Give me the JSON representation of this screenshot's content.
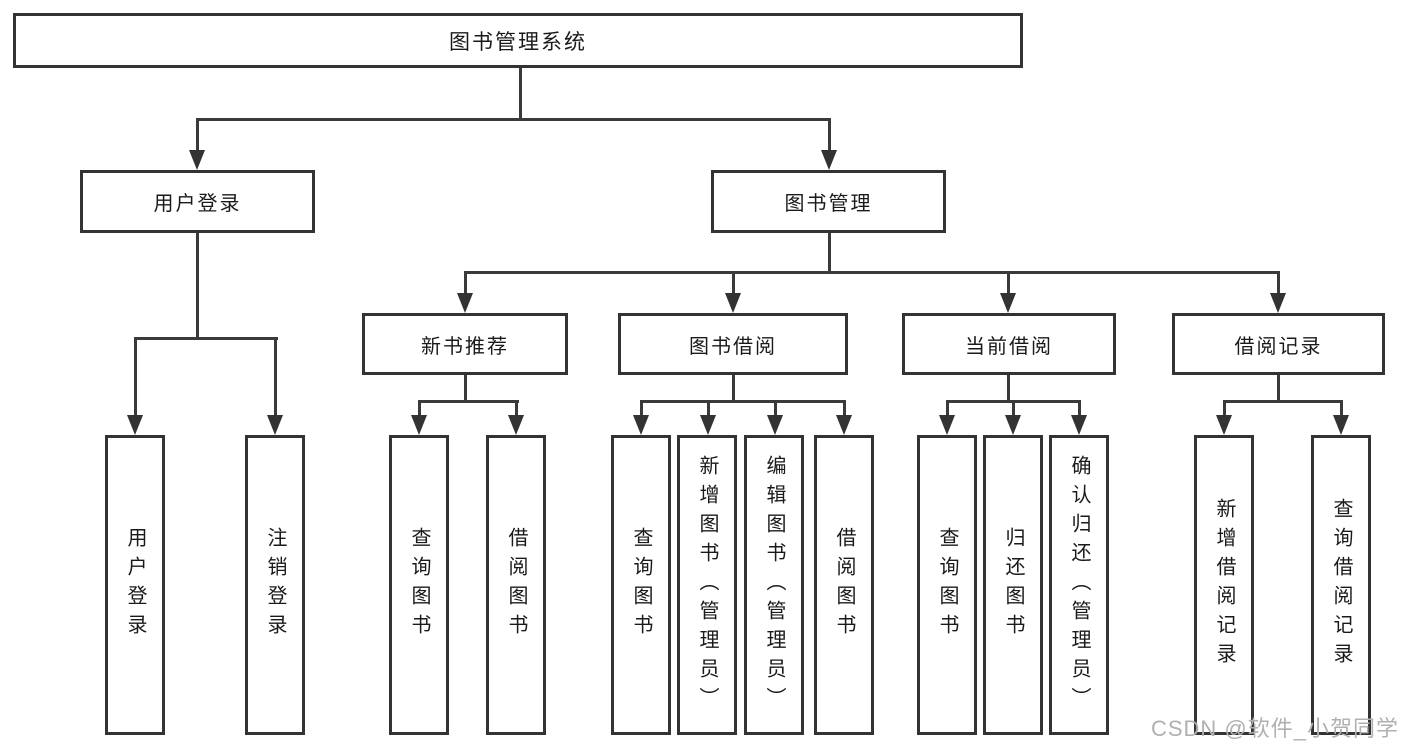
{
  "diagram": {
    "type": "hierarchy-tree",
    "colors": {
      "line": "#3a3a3a",
      "box_border": "#333333",
      "box_fill": "#ffffff",
      "text": "#1a1a1a",
      "watermark": "#b0b0b0"
    },
    "nodes": {
      "root": {
        "label": "图书管理系统"
      },
      "user_login": {
        "label": "用户登录"
      },
      "book_mgmt": {
        "label": "图书管理"
      },
      "new_book": {
        "label": "新书推荐"
      },
      "book_borrow": {
        "label": "图书借阅"
      },
      "current_borrow": {
        "label": "当前借阅"
      },
      "borrow_records": {
        "label": "借阅记录"
      },
      "leaf_user_login": {
        "label": "用户登录"
      },
      "leaf_logout": {
        "label": "注销登录"
      },
      "leaf_query_book_a": {
        "label": "查询图书"
      },
      "leaf_borrow_book_a": {
        "label": "借阅图书"
      },
      "leaf_query_book_b": {
        "label": "查询图书"
      },
      "leaf_add_book": {
        "label": "新增图书（管理员）"
      },
      "leaf_edit_book": {
        "label": "编辑图书（管理员）"
      },
      "leaf_borrow_book_b": {
        "label": "借阅图书"
      },
      "leaf_query_book_c": {
        "label": "查询图书"
      },
      "leaf_return_book": {
        "label": "归还图书"
      },
      "leaf_confirm_return": {
        "label": "确认归还（管理员）"
      },
      "leaf_add_record": {
        "label": "新增借阅记录"
      },
      "leaf_query_record": {
        "label": "查询借阅记录"
      }
    },
    "hierarchy": {
      "图书管理系统": {
        "用户登录": [
          "用户登录",
          "注销登录"
        ],
        "图书管理": {
          "新书推荐": [
            "查询图书",
            "借阅图书"
          ],
          "图书借阅": [
            "查询图书",
            "新增图书（管理员）",
            "编辑图书（管理员）",
            "借阅图书"
          ],
          "当前借阅": [
            "查询图书",
            "归还图书",
            "确认归还（管理员）"
          ],
          "借阅记录": [
            "新增借阅记录",
            "查询借阅记录"
          ]
        }
      }
    }
  },
  "watermark": {
    "text": "CSDN @软件_小贺同学"
  }
}
